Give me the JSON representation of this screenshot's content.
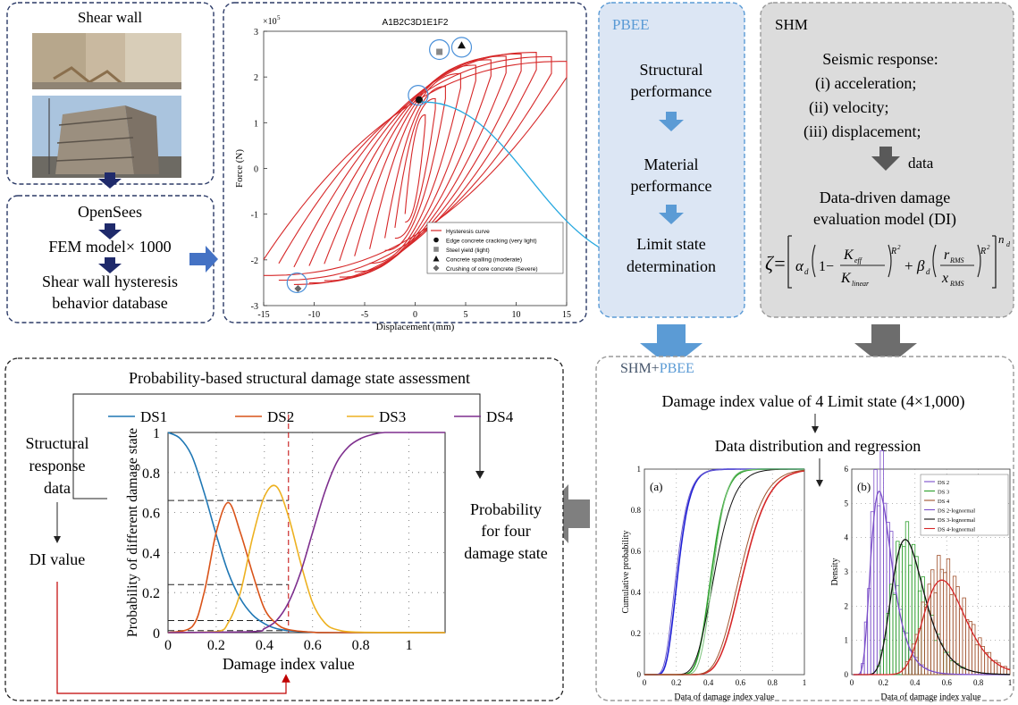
{
  "shear_wall": {
    "title": "Shear wall"
  },
  "opensees": {
    "title": "OpenSees",
    "fem": "FEM model× 1000",
    "db_line1": "Shear wall hysteresis",
    "db_line2": "behavior database"
  },
  "hysteresis": {
    "title": "A1B2C3D1E1F2",
    "ylabel": "Force (N)",
    "xlabel": "Displacement (mm)",
    "y_exponent": "×10",
    "y_exponent_power": "5",
    "x_ticks": [
      "-15",
      "-10",
      "-5",
      "0",
      "5",
      "10",
      "15"
    ],
    "y_ticks": [
      "3",
      "2",
      "1",
      "0",
      "-1",
      "-2",
      "-3"
    ],
    "legend": [
      "Hysteresis curve",
      "Edge concrete cracking (very light)",
      "Steel yield (light)",
      "Concrete spalling (moderate)",
      "Crushing of core concrete (Severe)"
    ]
  },
  "pbee": {
    "title": "PBEE",
    "s1_line1": "Structural",
    "s1_line2": "performance",
    "s2_line1": "Material",
    "s2_line2": "performance",
    "s3_line1": "Limit state",
    "s3_line2": "determination"
  },
  "shm": {
    "title": "SHM",
    "resp_title": "Seismic response:",
    "resp_1": "(i)  acceleration;",
    "resp_2": "(ii)  velocity;",
    "resp_3": "(iii)  displacement;",
    "data": "data",
    "model_line1": "Data-driven damage",
    "model_line2": "evaluation model (DI)"
  },
  "shm_pbee": {
    "title_a": "SHM+",
    "title_b": "PBEE",
    "line1": "Damage index value of 4 Limit state (4×1,000)",
    "line2": "Data distribution and regression"
  },
  "cdf_chart": {
    "panel_label": "(a)",
    "ylabel": "Cumulative probability",
    "xlabel": "Data of damage index value",
    "x_ticks": [
      "0",
      "0.2",
      "0.4",
      "0.6",
      "0.8",
      "1"
    ],
    "y_ticks": [
      "1",
      "0.8",
      "0.6",
      "0.4",
      "0.2",
      "0"
    ]
  },
  "pdf_chart": {
    "panel_label": "(b)",
    "ylabel": "Density",
    "xlabel": "Data of damage index value",
    "x_ticks": [
      "0",
      "0.2",
      "0.4",
      "0.6",
      "0.8",
      "1"
    ],
    "y_ticks": [
      "6",
      "5",
      "4",
      "3",
      "2",
      "1",
      "0"
    ],
    "legend": [
      "DS 2",
      "DS 3",
      "DS 4",
      "DS 2-lognormal",
      "DS 3-lognormal",
      "DS 4-lognormal"
    ]
  },
  "assessment": {
    "title": "Probability-based structural damage state assessment",
    "left_1": "Structural",
    "left_2": "response",
    "left_3": "data",
    "di_value": "DI value",
    "right_1": "Probability",
    "right_2": "for four",
    "right_3": "damage state"
  },
  "chart_data": [
    {
      "type": "line",
      "title": "",
      "xlabel": "Damage index value",
      "ylabel": "Probability of different damage state",
      "xlim": [
        0,
        1.15
      ],
      "ylim": [
        0,
        1
      ],
      "x_ticks": [
        "0",
        "0.2",
        "0.4",
        "0.6",
        "0.8",
        "1"
      ],
      "y_ticks": [
        "1",
        "0.8",
        "0.6",
        "0.4",
        "0.2",
        "0"
      ],
      "series": [
        {
          "name": "DS1",
          "color": "#1f77b4",
          "x": [
            0,
            0.05,
            0.1,
            0.15,
            0.2,
            0.25,
            0.3,
            0.35,
            0.4,
            0.45,
            0.5,
            0.6,
            0.7,
            1.15
          ],
          "values": [
            1,
            0.97,
            0.88,
            0.7,
            0.49,
            0.3,
            0.17,
            0.09,
            0.045,
            0.02,
            0.01,
            0.002,
            0,
            0
          ]
        },
        {
          "name": "DS2",
          "color": "#d95319",
          "x": [
            0,
            0.1,
            0.15,
            0.2,
            0.25,
            0.3,
            0.35,
            0.4,
            0.45,
            0.5,
            0.6,
            0.7,
            1.15
          ],
          "values": [
            0,
            0.03,
            0.2,
            0.5,
            0.65,
            0.5,
            0.3,
            0.12,
            0.045,
            0.015,
            0.002,
            0,
            0
          ]
        },
        {
          "name": "DS3",
          "color": "#edb120",
          "x": [
            0,
            0.2,
            0.25,
            0.3,
            0.35,
            0.4,
            0.45,
            0.5,
            0.55,
            0.6,
            0.65,
            0.7,
            0.8,
            1.15
          ],
          "values": [
            0,
            0.005,
            0.05,
            0.2,
            0.47,
            0.68,
            0.73,
            0.58,
            0.35,
            0.15,
            0.05,
            0.015,
            0.002,
            0
          ]
        },
        {
          "name": "DS4",
          "color": "#7e2f8e",
          "x": [
            0,
            0.35,
            0.4,
            0.45,
            0.5,
            0.55,
            0.6,
            0.65,
            0.7,
            0.75,
            0.8,
            0.85,
            0.9,
            1.0,
            1.15
          ],
          "values": [
            0,
            0.005,
            0.02,
            0.06,
            0.15,
            0.3,
            0.5,
            0.7,
            0.85,
            0.93,
            0.97,
            0.99,
            1,
            1,
            1
          ]
        }
      ],
      "reference_line_x": 0.5,
      "reference_levels": [
        0.66,
        0.24,
        0.06,
        0.01
      ]
    }
  ]
}
